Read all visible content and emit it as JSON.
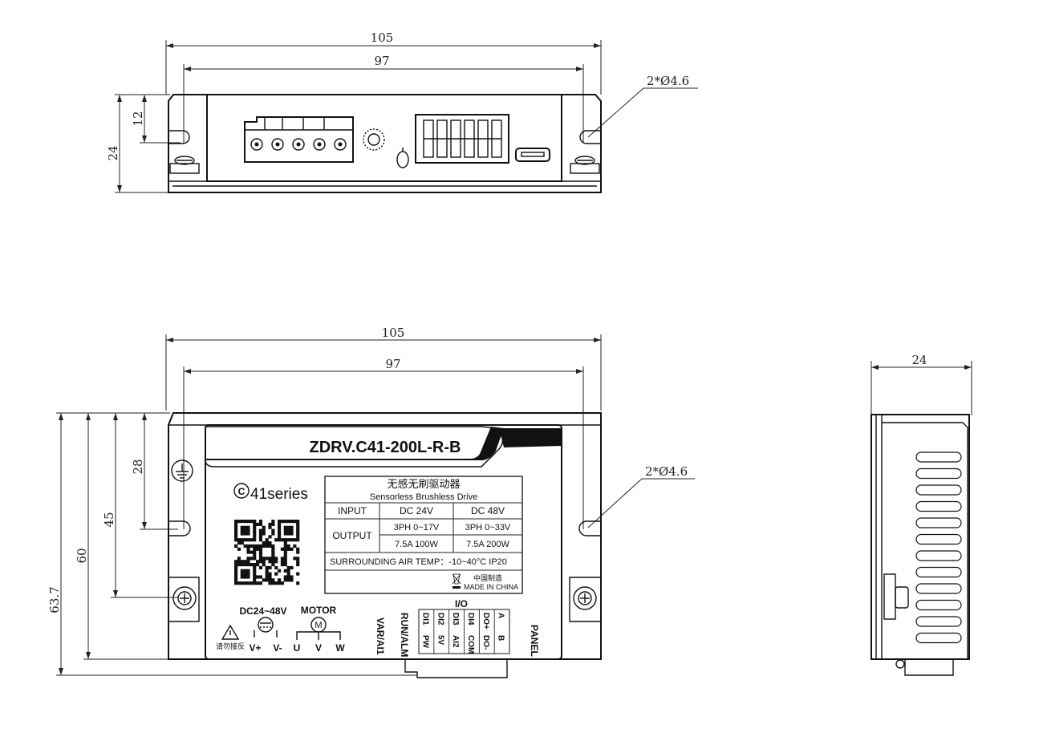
{
  "front_view": {
    "dim_overall_width": "105",
    "dim_hole_pitch": "97",
    "dim_hole_height": "12",
    "dim_total_height": "24",
    "hole_callout": "2*Ø4.6"
  },
  "top_view": {
    "dim_overall_width": "105",
    "dim_hole_pitch": "97",
    "dim_hole_y1": "28",
    "dim_hole_y2": "45",
    "dim_body_height": "60",
    "dim_total_length": "63.7",
    "hole_callout": "2*Ø4.6",
    "model": "ZDRV.C41-200L-R-B",
    "series_prefix": "C",
    "series_label": "41series",
    "spec_table": {
      "title_cn": "无感无刷驱动器",
      "title_en": "Sensorless Brushless Drive",
      "input_label": "INPUT",
      "input_24": "DC 24V",
      "input_48": "DC 48V",
      "output_label": "OUTPUT",
      "out_24_line1": "3PH  0~17V",
      "out_48_line1": "3PH  0~33V",
      "out_24_line2": "7.5A  100W",
      "out_48_line2": "7.5A  200W",
      "temp": "SURROUNDING AIR TEMP：-10~40°C    IP20",
      "made_cn": "中国制造",
      "made_en": "MADE IN CHINA"
    },
    "power_label": "DC24~48V",
    "power_pins": [
      "V+",
      "V-"
    ],
    "motor_label": "MOTOR",
    "motor_symbol": "M",
    "motor_pins": [
      "U",
      "V",
      "W"
    ],
    "warning_cn": "请勿接反",
    "vr_label": "VAR/AI1",
    "run_label": "RUN/ALM",
    "io_label": "I/O",
    "io_top": [
      "DI1",
      "DI2",
      "DI3",
      "DI4",
      "DO+",
      "A"
    ],
    "io_bottom": [
      "PW",
      "5V",
      "AI2",
      "COM",
      "DO-",
      "B"
    ],
    "panel_label": "PANEL"
  },
  "side_view": {
    "dim_width": "24"
  }
}
